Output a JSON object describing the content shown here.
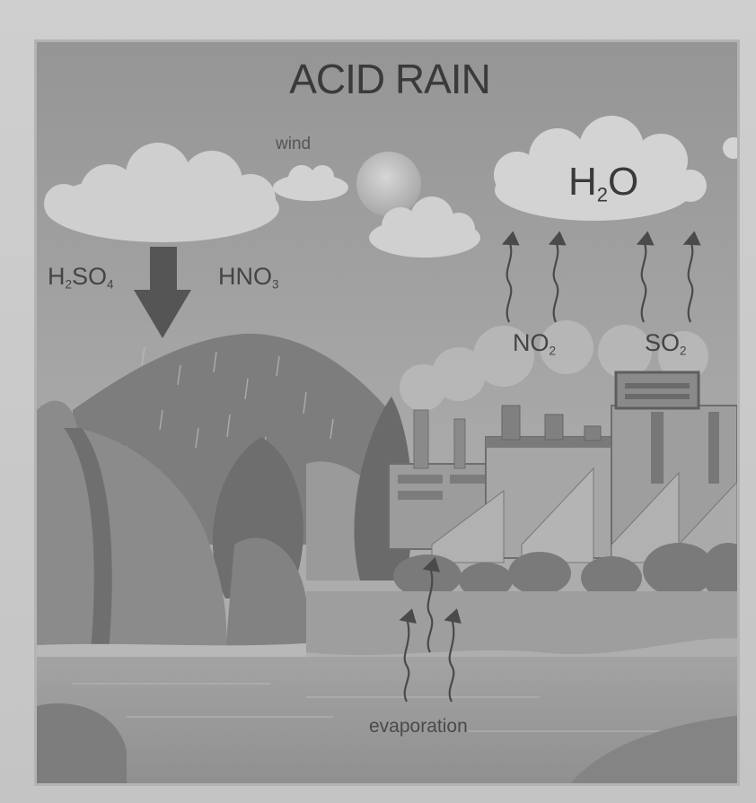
{
  "diagram": {
    "title": "ACID RAIN",
    "labels": {
      "wind": "wind",
      "water_vapor": {
        "base": "H",
        "sub": "2",
        "tail": "O"
      },
      "sulfuric_acid": {
        "base": "H",
        "sub1": "2",
        "mid": "SO",
        "sub2": "4"
      },
      "nitric_acid": {
        "base": "HNO",
        "sub": "3"
      },
      "nitrogen_dioxide": {
        "base": "NO",
        "sub": "2"
      },
      "sulfur_dioxide": {
        "base": "SO",
        "sub": "2"
      },
      "evaporation": "evaporation"
    },
    "icons": [
      "cloud-icon",
      "sun-icon",
      "down-arrow-icon",
      "wavy-up-arrow-icon",
      "factory-icon",
      "mountain-icon",
      "tree-icon",
      "lake-icon"
    ]
  }
}
